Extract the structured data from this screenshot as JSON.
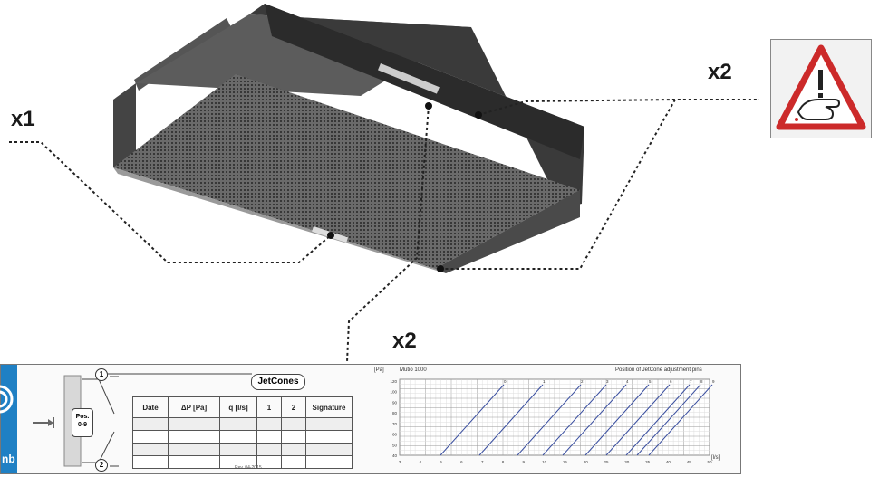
{
  "callouts": {
    "x1": "x1",
    "x2_top": "x2",
    "x2_bottom": "x2"
  },
  "warning_sign": {
    "icon": "hot-surface-hand-warning-icon",
    "border_color": "#cc2a2a"
  },
  "label": {
    "brand_text": "nb",
    "brand_color": "#1f80c4",
    "jetcones_title": "JetCones",
    "position_box": [
      "Pos.",
      "0-9"
    ],
    "node_1": "1",
    "node_2": "2",
    "table_headers": [
      "Date",
      "ΔP",
      "q",
      "1",
      "2",
      "Signature"
    ],
    "header_dp_unit": "[Pa]",
    "header_q_unit": "[l/s]",
    "revision": "Rev. 04-2015",
    "graph": {
      "y_unit": "[Pa]",
      "model": "Mutio 1000",
      "caption": "Position of JetCone adjustment pins",
      "x_unit": "[l/s]",
      "y_ticks": [
        "120",
        "100",
        "90",
        "80",
        "70",
        "60",
        "50",
        "40"
      ],
      "x_ticks": [
        "3",
        "4",
        "5",
        "6",
        "7",
        "8",
        "9",
        "10",
        "15",
        "20",
        "25",
        "30",
        "35",
        "40",
        "45",
        "50"
      ],
      "line_labels": [
        "0",
        "1",
        "2",
        "3",
        "4",
        "5",
        "6",
        "7",
        "8",
        "9"
      ]
    }
  }
}
